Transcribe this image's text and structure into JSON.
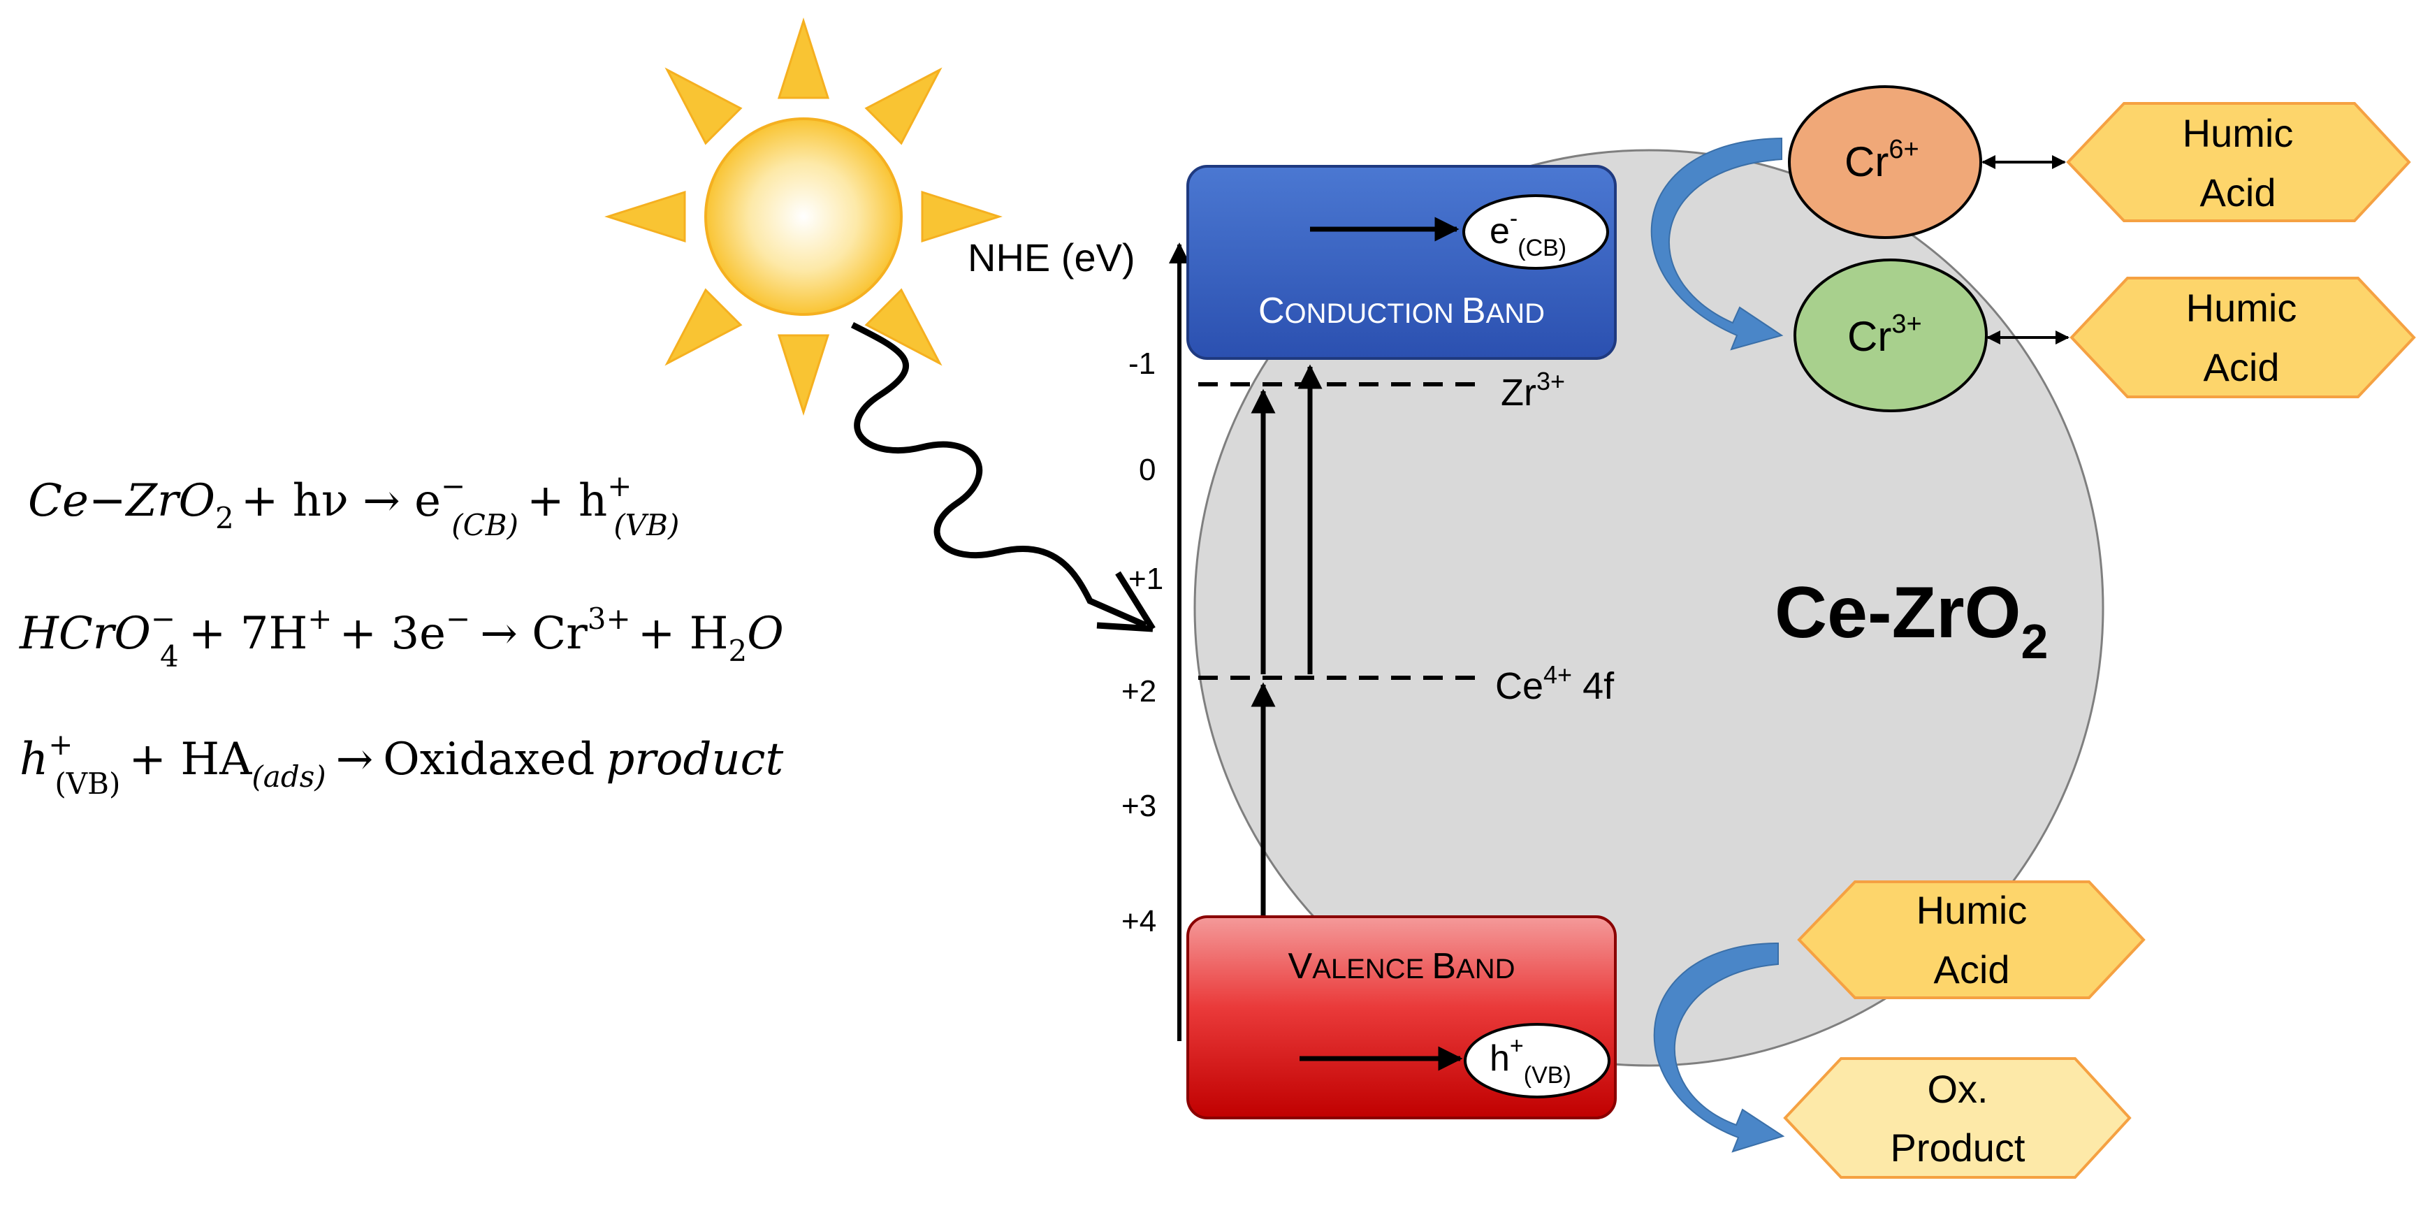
{
  "equations": {
    "eq1": {
      "lhs": "Ce−ZrO",
      "lhs_sub": "2",
      "plus1": "+ hν → e",
      "e_sup": "−",
      "e_sub": "(CB)",
      "plus2": "+ h",
      "h_sup": "+",
      "h_sub": "(VB)"
    },
    "eq2": {
      "a": "HCrO",
      "a_sub": "4",
      "a_sup": "−",
      "b": "+ 7H",
      "b_sup": "+",
      "c": "+ 3e",
      "c_sup": "−",
      "d": "→ Cr",
      "d_sup": "3+",
      "e": "+ H",
      "e_sub": "2",
      "f": "O"
    },
    "eq3": {
      "a": "h",
      "a_sup": "+",
      "a_sub": "(VB)",
      "b": "+ HA",
      "b_sub": "(ads)",
      "c": "→",
      "d": "Oxidaxed",
      "e": "product"
    }
  },
  "axis": {
    "title": "NHE (eV)",
    "ticks": [
      "-1",
      "0",
      "+1",
      "+2",
      "+3",
      "+4"
    ]
  },
  "bands": {
    "conduction": {
      "label_first": "C",
      "label_rest": "ONDUCTION ",
      "label_first2": "B",
      "label_rest2": "AND",
      "electron": "e",
      "electron_sup": "-",
      "electron_sub": "(CB)",
      "color": "#3a64c4"
    },
    "valence": {
      "label_first": "V",
      "label_rest": "ALENCE ",
      "label_first2": "B",
      "label_rest2": "AND",
      "hole": "h",
      "hole_sup": "+",
      "hole_sub": "(VB)",
      "color": "#e02020"
    }
  },
  "levels": {
    "zr": {
      "label": "Zr",
      "sup": "3+"
    },
    "ce": {
      "label": "Ce",
      "sup": "4+",
      "suffix": " 4f"
    }
  },
  "particle": {
    "label": "Ce-ZrO",
    "sub": "2"
  },
  "species": {
    "cr6": {
      "label": "Cr",
      "sup": "6+",
      "color": "#f0a878"
    },
    "cr3": {
      "label": "Cr",
      "sup": "3+",
      "color": "#a8d08d"
    }
  },
  "hexagons": {
    "ha1": {
      "line1": "Humic",
      "line2": "Acid"
    },
    "ha2": {
      "line1": "Humic",
      "line2": "Acid"
    },
    "ha3": {
      "line1": "Humic",
      "line2": "Acid"
    },
    "ox": {
      "line1": "Ox.",
      "line2": "Product"
    }
  },
  "colors": {
    "hexagon_fill": "#fdd56b",
    "hexagon_stroke": "#f5a142",
    "particle": "#d9d9d9",
    "sun": "#f9c433",
    "flow_arrow": "#4a86c8"
  }
}
